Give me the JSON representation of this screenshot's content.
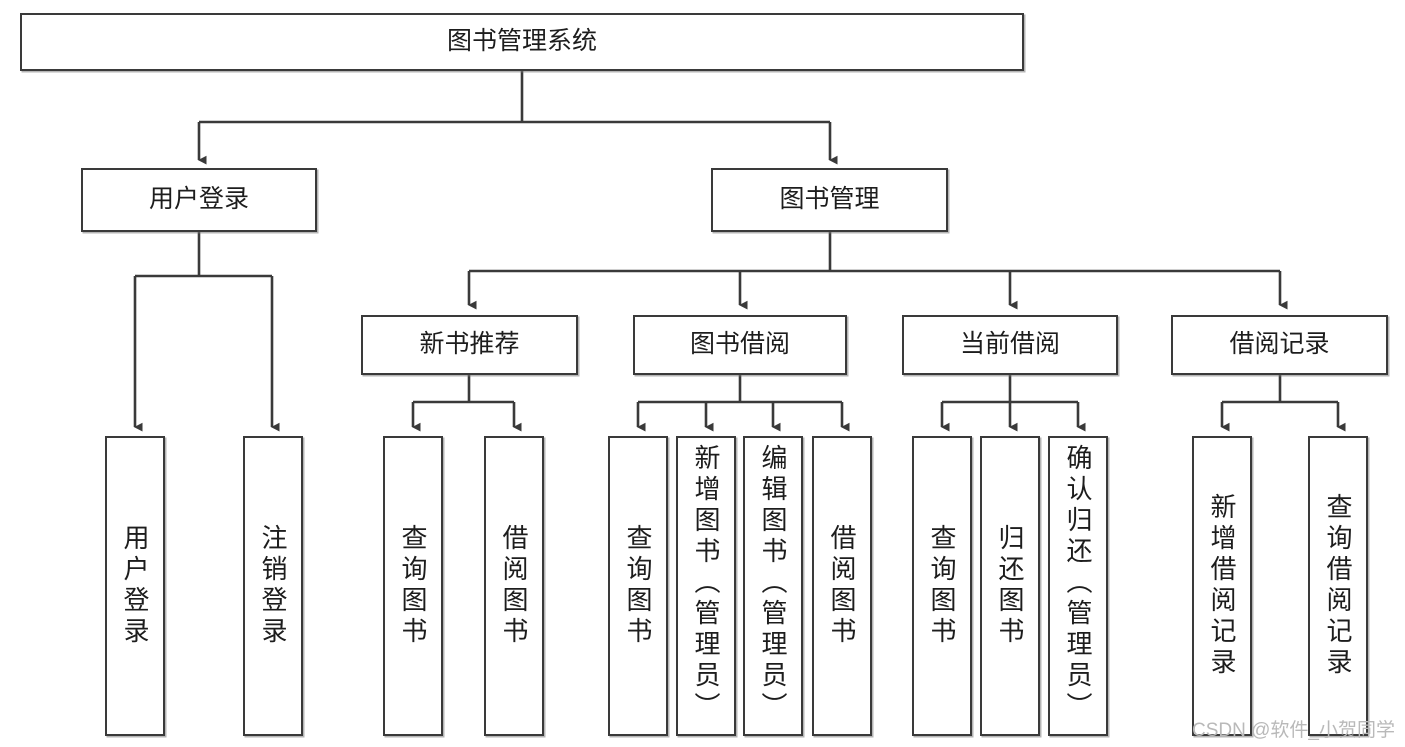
{
  "diagram": {
    "type": "tree",
    "title": "图书管理系统",
    "stroke_color": "#3a3a3a",
    "text_color": "#1d1d1d",
    "background_color": "#ffffff",
    "watermark": "CSDN @软件_小贺同学",
    "levels": {
      "root": {
        "label": "图书管理系统"
      },
      "level2": [
        {
          "label": "用户登录"
        },
        {
          "label": "图书管理"
        }
      ],
      "level3": [
        {
          "label": "新书推荐"
        },
        {
          "label": "图书借阅"
        },
        {
          "label": "当前借阅"
        },
        {
          "label": "借阅记录"
        }
      ],
      "leaves": [
        {
          "label": "用户登录",
          "parent": "用户登录"
        },
        {
          "label": "注销登录",
          "parent": "用户登录"
        },
        {
          "label": "查询图书",
          "parent": "新书推荐"
        },
        {
          "label": "借阅图书",
          "parent": "新书推荐"
        },
        {
          "label": "查询图书",
          "parent": "图书借阅"
        },
        {
          "label": "新增图书（管理员）",
          "parent": "图书借阅"
        },
        {
          "label": "编辑图书（管理员）",
          "parent": "图书借阅"
        },
        {
          "label": "借阅图书",
          "parent": "图书借阅"
        },
        {
          "label": "查询图书",
          "parent": "当前借阅"
        },
        {
          "label": "归还图书",
          "parent": "当前借阅"
        },
        {
          "label": "确认归还（管理员）",
          "parent": "当前借阅"
        },
        {
          "label": "新增借阅记录",
          "parent": "借阅记录"
        },
        {
          "label": "查询借阅记录",
          "parent": "借阅记录"
        }
      ]
    }
  }
}
